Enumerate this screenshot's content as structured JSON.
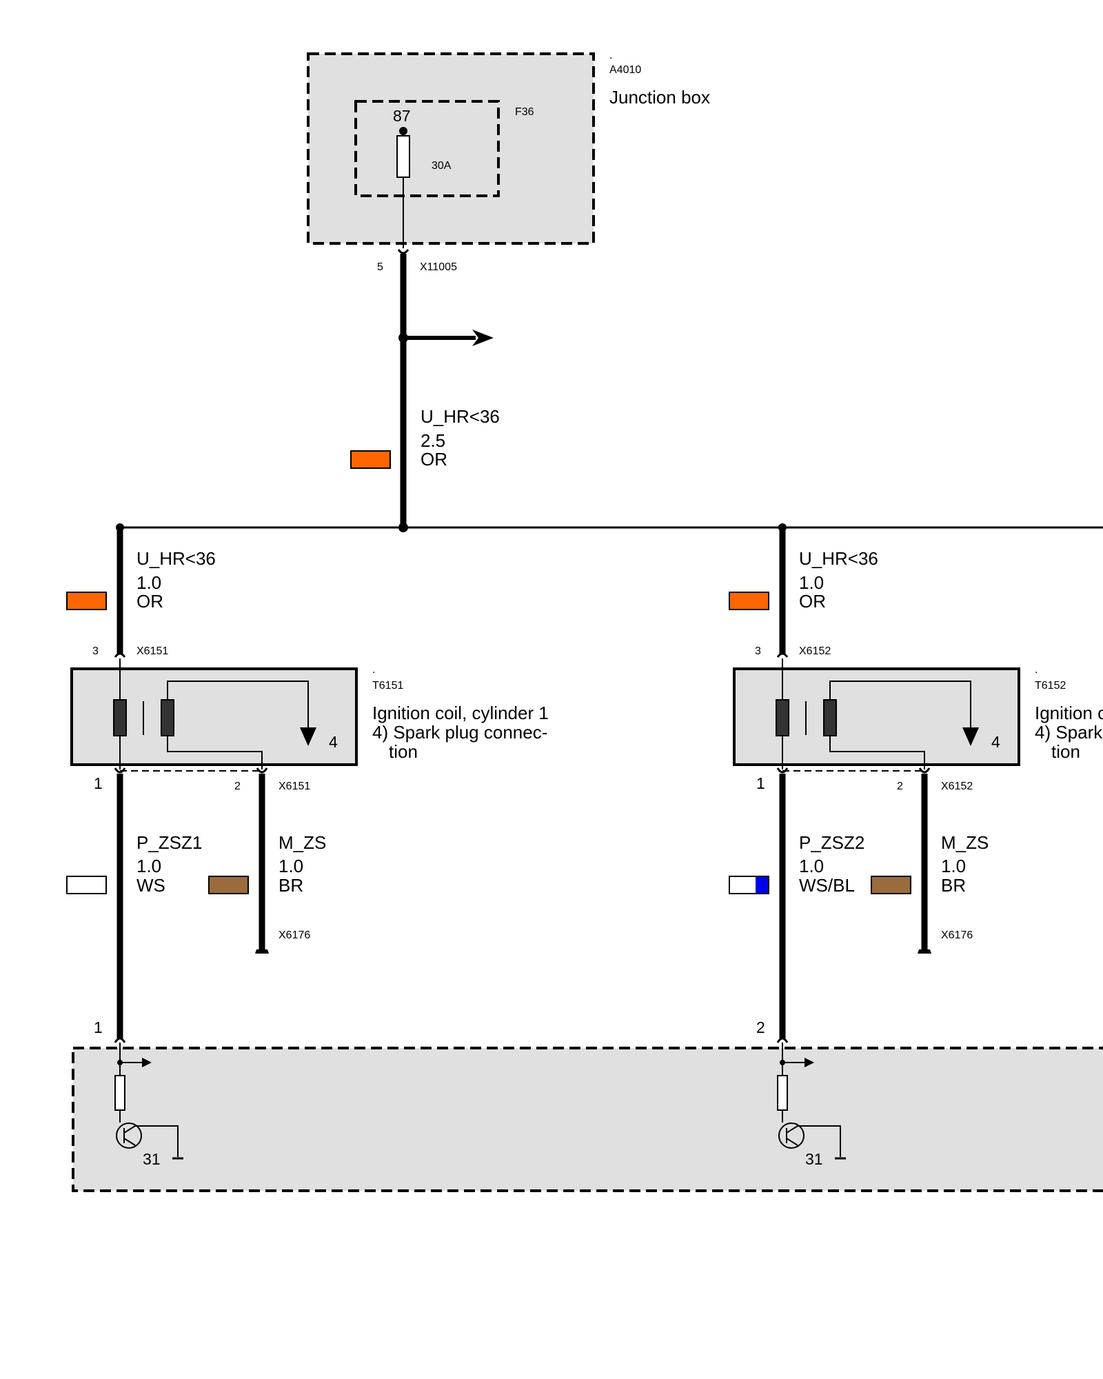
{
  "junction_box": {
    "dot": ".",
    "id": "A4010",
    "name": "Junction box",
    "fuse_id": "F36",
    "fuse_terminal": "87",
    "fuse_rating": "30A",
    "connector_pin": "5",
    "connector": "X11005"
  },
  "main_wire": {
    "signal": "U_HR<36",
    "size": "2.5",
    "color_code": "OR",
    "color": "#ff6600"
  },
  "cylinders": [
    {
      "supply": {
        "signal": "U_HR<36",
        "size": "1.0",
        "color_code": "OR",
        "color": "#ff6600"
      },
      "top_pin": "3",
      "connector": "X6151",
      "dot": ".",
      "coil_id": "T6151",
      "coil_name": "Ignition coil, cylinder 1",
      "note_line1": "4) Spark plug connec-",
      "note_line2": "tion",
      "output_terminal": "4",
      "bottom_pin1": "1",
      "bottom_pin2": "2",
      "bottom_connector": "X6151",
      "drive": {
        "signal": "P_ZSZ1",
        "size": "1.0",
        "color_code": "WS",
        "color": "#ffffff",
        "stripe": ""
      },
      "ground": {
        "signal": "M_ZS",
        "size": "1.0",
        "color_code": "BR",
        "color": "#9a6b3c"
      },
      "ground_connector": "X6176",
      "ecu_pin": "1",
      "ecu_ground": "31"
    },
    {
      "supply": {
        "signal": "U_HR<36",
        "size": "1.0",
        "color_code": "OR",
        "color": "#ff6600"
      },
      "top_pin": "3",
      "connector": "X6152",
      "dot": ".",
      "coil_id": "T6152",
      "coil_name": "Ignition c",
      "note_line1": "4) Spark",
      "note_line2": "tion",
      "output_terminal": "4",
      "bottom_pin1": "1",
      "bottom_pin2": "2",
      "bottom_connector": "X6152",
      "drive": {
        "signal": "P_ZSZ2",
        "size": "1.0",
        "color_code": "WS/BL",
        "color": "#ffffff",
        "stripe": "#0000ee"
      },
      "ground": {
        "signal": "M_ZS",
        "size": "1.0",
        "color_code": "BR",
        "color": "#9a6b3c"
      },
      "ground_connector": "X6176",
      "ecu_pin": "2",
      "ecu_ground": "31"
    }
  ]
}
